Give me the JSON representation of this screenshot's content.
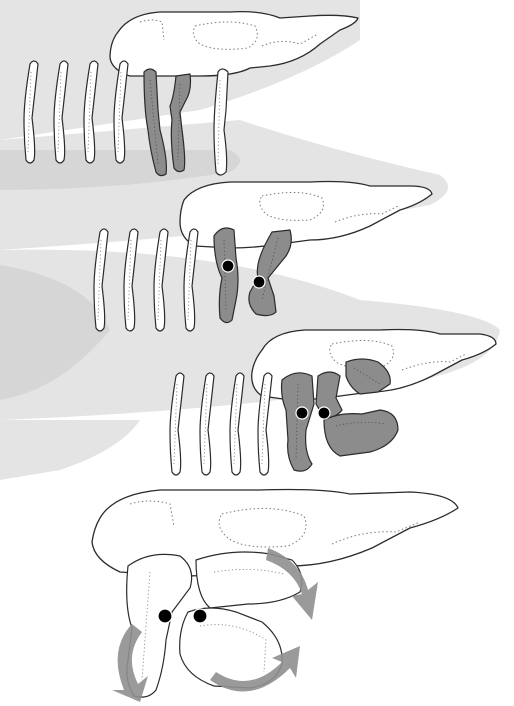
{
  "figure": {
    "stages": [
      {
        "id": "stage-1",
        "description_visible": false
      },
      {
        "id": "stage-2",
        "description_visible": false
      },
      {
        "id": "stage-3",
        "description_visible": false
      },
      {
        "id": "stage-4",
        "description_visible": false
      }
    ],
    "colors": {
      "background": "#ffffff",
      "shadow_band": "#e4e4e4",
      "highlight_bone": "#8c8c8c",
      "pivot_point": "#000000",
      "rotation_arrow": "#8f8f8f",
      "outline": "#2b2b2b"
    }
  }
}
